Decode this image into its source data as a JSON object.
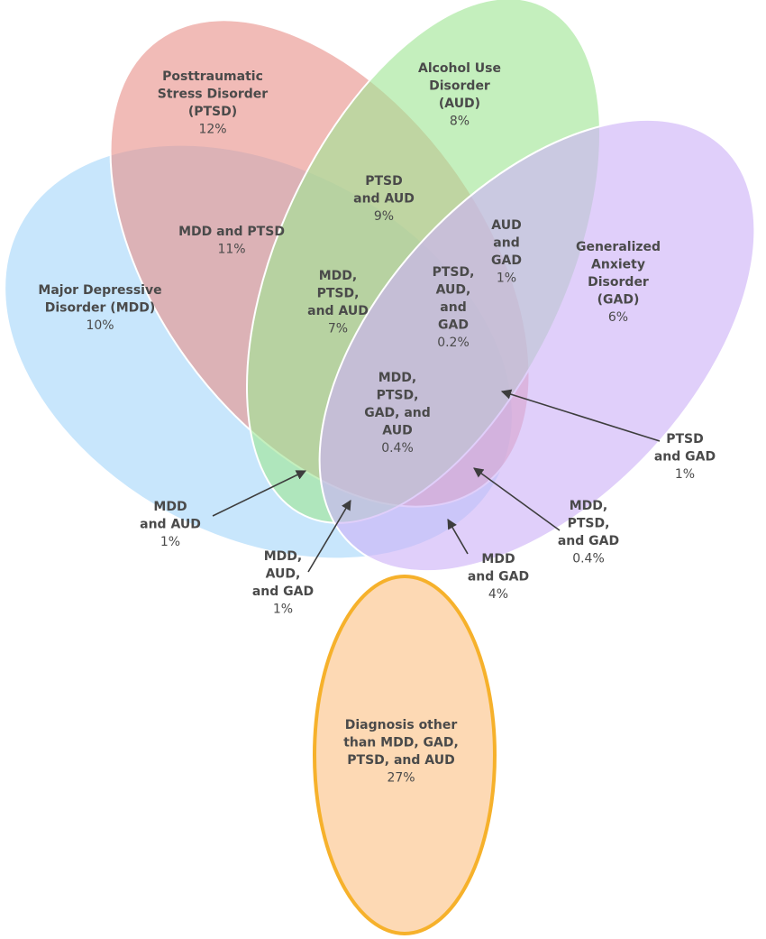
{
  "colors": {
    "mdd": "#a7d6fa",
    "ptsd": "#e9928b",
    "aud": "#a0e595",
    "gad": "#cdb2f7",
    "other": "#fdd9b4",
    "other_border": "#f6b12b",
    "arrow": "#3d3d3d",
    "text": "#4a4a4a"
  },
  "sets": [
    {
      "key": "mdd",
      "lines": [
        "Major Depressive",
        "Disorder (MDD)"
      ],
      "value": "10%"
    },
    {
      "key": "ptsd",
      "lines": [
        "Posttraumatic",
        "Stress Disorder",
        "(PTSD)"
      ],
      "value": "12%"
    },
    {
      "key": "aud",
      "lines": [
        "Alcohol Use",
        "Disorder",
        "(AUD)"
      ],
      "value": "8%"
    },
    {
      "key": "gad",
      "lines": [
        "Generalized",
        "Anxiety",
        "Disorder",
        "(GAD)"
      ],
      "value": "6%"
    },
    {
      "key": "other",
      "lines": [
        "Diagnosis other",
        "than MDD, GAD,",
        "PTSD, and AUD"
      ],
      "value": "27%"
    }
  ],
  "regions": [
    {
      "key": "mdd-ptsd",
      "lines": [
        "MDD and PTSD"
      ],
      "value": "11%"
    },
    {
      "key": "ptsd-aud",
      "lines": [
        "PTSD",
        "and AUD"
      ],
      "value": "9%"
    },
    {
      "key": "aud-gad",
      "lines": [
        "AUD",
        "and",
        "GAD"
      ],
      "value": "1%"
    },
    {
      "key": "mdd-ptsd-aud",
      "lines": [
        "MDD,",
        "PTSD,",
        "and AUD"
      ],
      "value": "7%"
    },
    {
      "key": "ptsd-aud-gad",
      "lines": [
        "PTSD,",
        "AUD,",
        "and",
        "GAD"
      ],
      "value": "0.2%"
    },
    {
      "key": "all-four",
      "lines": [
        "MDD,",
        "PTSD,",
        "GAD, and",
        "AUD"
      ],
      "value": "0.4%"
    },
    {
      "key": "ptsd-gad",
      "lines": [
        "PTSD",
        "and GAD"
      ],
      "value": "1%"
    },
    {
      "key": "mdd-aud",
      "lines": [
        "MDD",
        "and AUD"
      ],
      "value": "1%"
    },
    {
      "key": "mdd-aud-gad",
      "lines": [
        "MDD,",
        "AUD,",
        "and GAD"
      ],
      "value": "1%"
    },
    {
      "key": "mdd-gad",
      "lines": [
        "MDD",
        "and GAD"
      ],
      "value": "4%"
    },
    {
      "key": "mdd-ptsd-gad",
      "lines": [
        "MDD,",
        "PTSD,",
        "and GAD"
      ],
      "value": "0.4%"
    }
  ]
}
